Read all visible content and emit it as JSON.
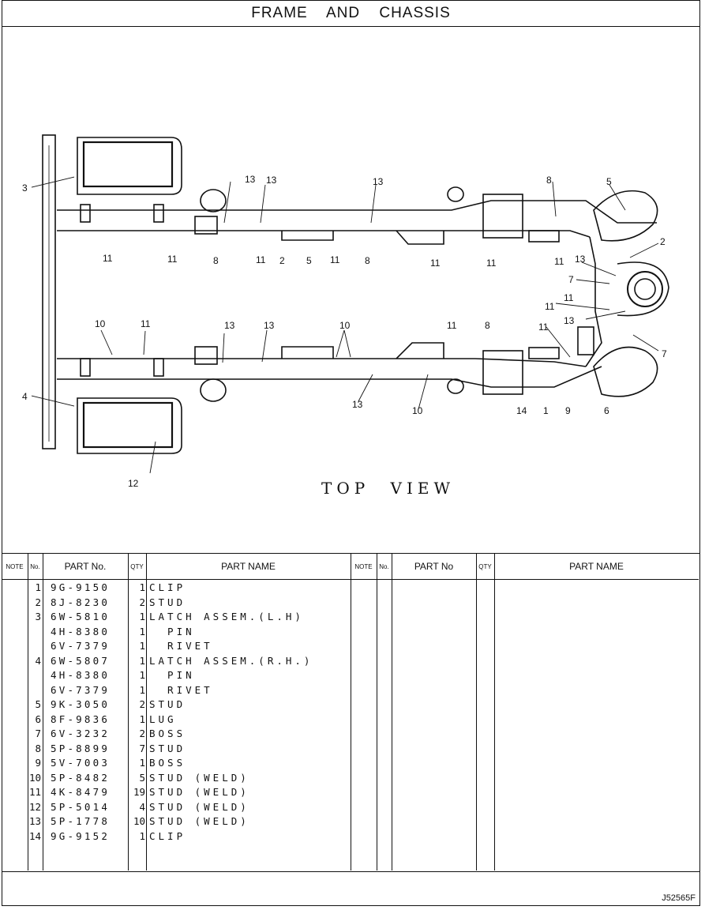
{
  "title": "FRAME   AND   CHASSIS",
  "view_label": "TOP  VIEW",
  "table_headers": {
    "note": "NOTE",
    "no": "No.",
    "part_no": "PART No.",
    "qty": "QTY",
    "part_name": "PART NAME",
    "note_right": "NOTE",
    "no_right": "No.",
    "part_no_right": "PART No",
    "qty_right": "QTY",
    "part_name_right": "PART NAME"
  },
  "parts": [
    {
      "no": "1",
      "part_no": "9G-9150",
      "qty": "1",
      "name": "CLIP"
    },
    {
      "no": "2",
      "part_no": "8J-8230",
      "qty": "2",
      "name": "STUD"
    },
    {
      "no": "3",
      "part_no": "6W-5810",
      "qty": "1",
      "name": "LATCH ASSEM.(L.H)"
    },
    {
      "no": "",
      "part_no": "4H-8380",
      "qty": "1",
      "name": "  PIN"
    },
    {
      "no": "",
      "part_no": "6V-7379",
      "qty": "1",
      "name": "  RIVET"
    },
    {
      "no": "4",
      "part_no": "6W-5807",
      "qty": "1",
      "name": "LATCH ASSEM.(R.H.)"
    },
    {
      "no": "",
      "part_no": "4H-8380",
      "qty": "1",
      "name": "  PIN"
    },
    {
      "no": "",
      "part_no": "6V-7379",
      "qty": "1",
      "name": "  RIVET"
    },
    {
      "no": "5",
      "part_no": "9K-3050",
      "qty": "2",
      "name": "STUD"
    },
    {
      "no": "6",
      "part_no": "8F-9836",
      "qty": "1",
      "name": "LUG"
    },
    {
      "no": "7",
      "part_no": "6V-3232",
      "qty": "2",
      "name": "BOSS"
    },
    {
      "no": "8",
      "part_no": "5P-8899",
      "qty": "7",
      "name": "STUD"
    },
    {
      "no": "9",
      "part_no": "5V-7003",
      "qty": "1",
      "name": "BOSS"
    },
    {
      "no": "10",
      "part_no": "5P-8482",
      "qty": "5",
      "name": "STUD (WELD)"
    },
    {
      "no": "11",
      "part_no": "4K-8479",
      "qty": "19",
      "name": "STUD (WELD)"
    },
    {
      "no": "12",
      "part_no": "5P-5014",
      "qty": "4",
      "name": "STUD (WELD)"
    },
    {
      "no": "13",
      "part_no": "5P-1778",
      "qty": "10",
      "name": "STUD (WELD)"
    },
    {
      "no": "14",
      "part_no": "9G-9152",
      "qty": "1",
      "name": "CLIP"
    }
  ],
  "callouts": [
    "1",
    "2",
    "3",
    "4",
    "5",
    "6",
    "7",
    "8",
    "9",
    "10",
    "11",
    "12",
    "13",
    "14"
  ],
  "footer_code": "J52565F"
}
